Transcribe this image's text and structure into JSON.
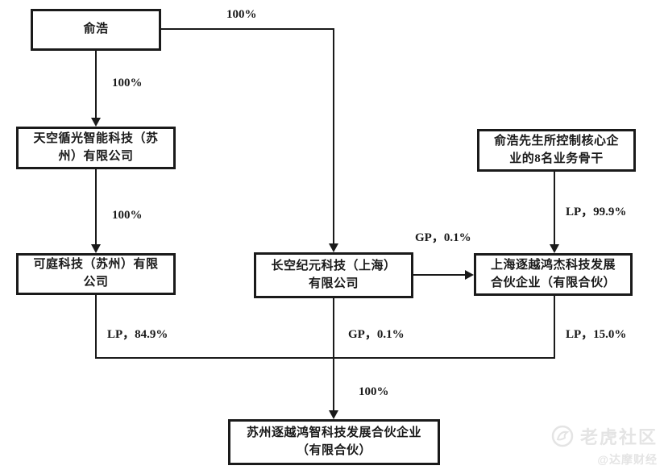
{
  "diagram": {
    "title_hint": "equity-structure-chart",
    "nodes": {
      "yuhao": {
        "label": "俞浩",
        "line1": "俞浩"
      },
      "tiankong": {
        "label": "天空循光智能科技（苏州）有限公司",
        "line1": "天空循光智能科技（苏",
        "line2": "州）有限公司"
      },
      "keting": {
        "label": "可庭科技（苏州）有限公司",
        "line1": "可庭科技（苏州）有限",
        "line2": "公司"
      },
      "changkong": {
        "label": "长空纪元科技（上海）有限公司",
        "line1": "长空纪元科技（上海）",
        "line2": "有限公司"
      },
      "core_staff": {
        "label": "俞浩先生所控制核心企业的8名业务骨干",
        "line1": "俞浩先生所控制核心企",
        "line2": "业的8名业务骨干"
      },
      "shanghai": {
        "label": "上海逐越鸿杰科技发展合伙企业（有限合伙）",
        "line1": "上海逐越鸿杰科技发展",
        "line2": "合伙企业（有限合伙）"
      },
      "suzhou": {
        "label": "苏州逐越鸿智科技发展合伙企业（有限合伙）",
        "line1": "苏州逐越鸿智科技发展合伙企业",
        "line2": "（有限合伙）"
      }
    },
    "edges": {
      "yuhao_to_tiankong": "100%",
      "yuhao_to_changkong": "100%",
      "tiankong_to_keting": "100%",
      "core_staff_to_shanghai": "LP，99.9%",
      "changkong_to_shanghai": "GP，0.1%",
      "keting_to_suzhou": "LP，84.9%",
      "changkong_to_suzhou": "GP，0.1%",
      "shanghai_to_suzhou": "LP，15.0%",
      "merged_to_suzhou": "100%"
    },
    "colors": {
      "line": "#1a1a1a",
      "text": "#1a1a1a",
      "background": "#ffffff",
      "watermark": "#e4e4e4"
    }
  },
  "watermark": {
    "brand": "老虎社区",
    "handle": "@达摩财经",
    "icon": "tiger-circle-icon"
  }
}
